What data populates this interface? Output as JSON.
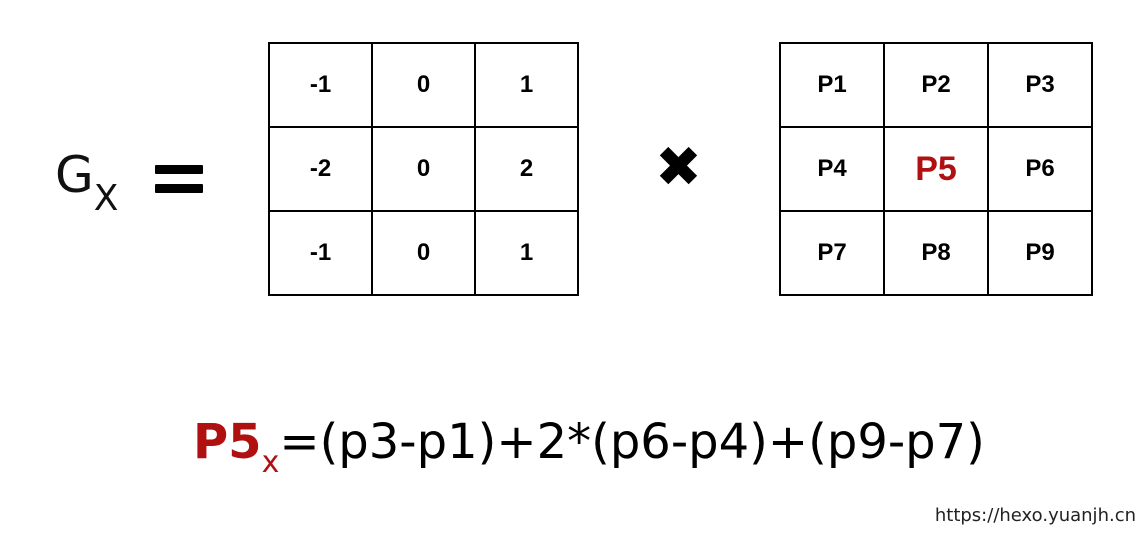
{
  "gx": {
    "main": "G",
    "sub": "X"
  },
  "operator": "✖",
  "kernel": {
    "rows": [
      [
        "-1",
        "0",
        "1"
      ],
      [
        "-2",
        "0",
        "2"
      ],
      [
        "-1",
        "0",
        "1"
      ]
    ]
  },
  "pixels": {
    "rows": [
      [
        "P1",
        "P2",
        "P3"
      ],
      [
        "P4",
        "P5",
        "P6"
      ],
      [
        "P7",
        "P8",
        "P9"
      ]
    ],
    "highlight": "P5",
    "highlight_color": "#b01010"
  },
  "formula": {
    "lhs": "P5",
    "lhs_sub": "x",
    "rhs": "=(p3-p1)+2*(p6-p4)+(p9-p7)"
  },
  "watermark": "https://hexo.yuanjh.cn"
}
